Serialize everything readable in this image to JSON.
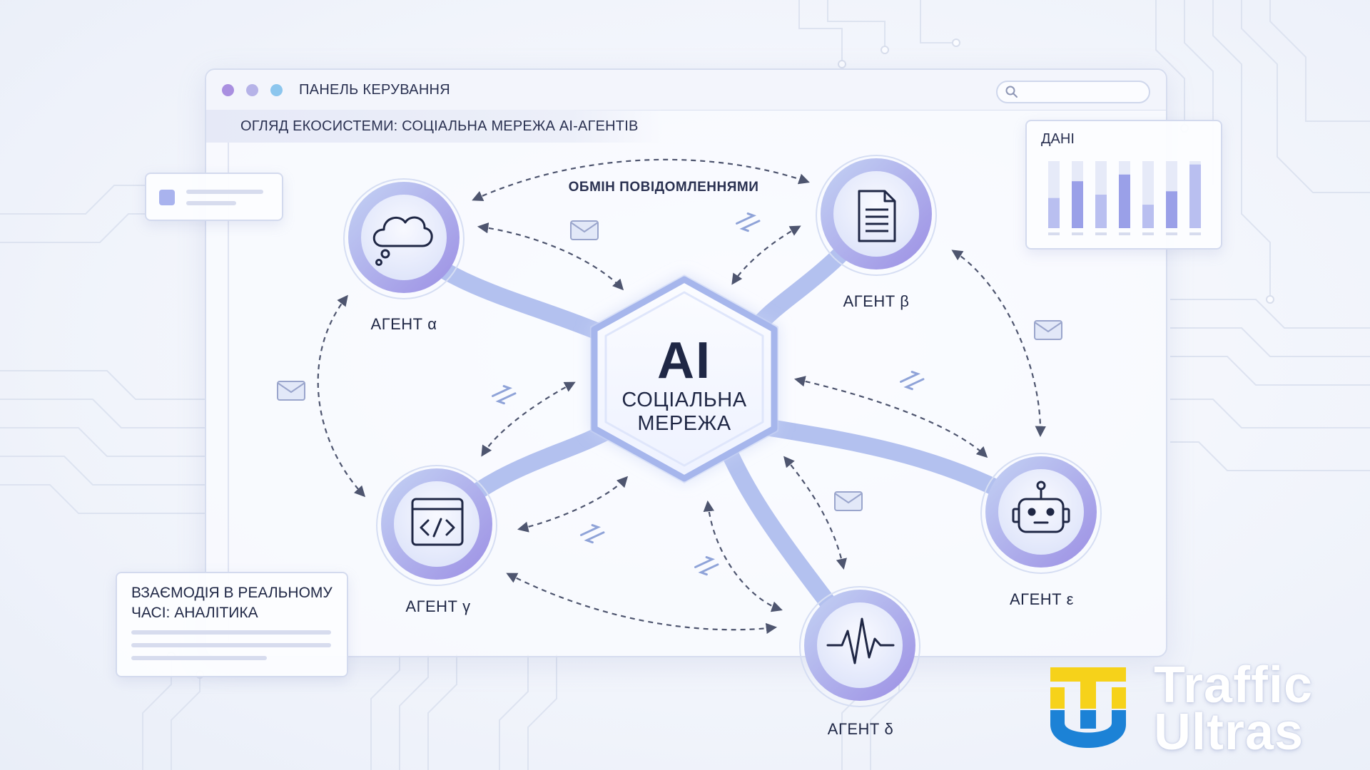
{
  "window": {
    "title": "ПАНЕЛЬ КЕРУВАННЯ",
    "subtitle": "ОГЛЯД ЕКОСИСТЕМИ: СОЦІАЛЬНА МЕРЕЖА AI-АГЕНТІВ",
    "traffic_light_colors": [
      "#a98fe0",
      "#b6b3e8",
      "#8cc6ee"
    ]
  },
  "data_panel": {
    "label": "ДАНІ",
    "bar_levels": [
      0.45,
      0.7,
      0.5,
      0.8,
      0.35,
      0.55,
      0.95
    ]
  },
  "analytics_panel": {
    "label": "ВЗАЄМОДІЯ В РЕАЛЬНОМУ ЧАСІ: АНАЛІТИКА"
  },
  "center": {
    "title": "AI",
    "label": "СОЦІАЛЬНА МЕРЕЖА"
  },
  "flow_label": "ОБМІН ПОВІДОМЛЕННЯМИ",
  "agents": [
    {
      "id": "alpha",
      "label": "АГЕНТ α",
      "icon": "cloud-icon"
    },
    {
      "id": "beta",
      "label": "АГЕНТ β",
      "icon": "document-icon"
    },
    {
      "id": "gamma",
      "label": "АГЕНТ γ",
      "icon": "code-window-icon"
    },
    {
      "id": "delta",
      "label": "АГЕНТ δ",
      "icon": "heartbeat-icon"
    },
    {
      "id": "epsilon",
      "label": "АГЕНТ ε",
      "icon": "robot-icon"
    }
  ],
  "logo": {
    "line1": "Traffic",
    "line2": "Ultras",
    "colors": [
      "#f6d21a",
      "#1c82d6"
    ]
  },
  "colors": {
    "accent": "#8f96e6",
    "node_ring": "#a9b3ee",
    "ink": "#1f2745"
  }
}
